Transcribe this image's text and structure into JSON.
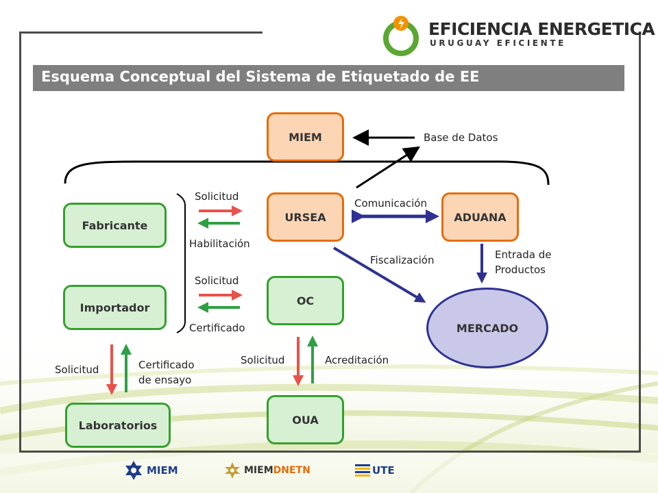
{
  "header": {
    "logo_title": "EFICIENCIA ENERGETICA",
    "logo_subtitle": "URUGUAY EFICIENTE"
  },
  "title": "Esquema Conceptual del Sistema de Etiquetado de EE",
  "nodes": {
    "miem": "MIEM",
    "ursea": "URSEA",
    "aduana": "ADUANA",
    "oc": "OC",
    "oua": "OUA",
    "mercado": "MERCADO",
    "fabricante": "Fabricante",
    "importador": "Importador",
    "laboratorios": "Laboratorios"
  },
  "labels": {
    "base_datos": "Base de Datos",
    "solicitud_1": "Solicitud",
    "habilitacion": "Habilitación",
    "comunicacion": "Comunicación",
    "fiscalizacion": "Fiscalización",
    "entrada_1": "Entrada de",
    "entrada_2": "Productos",
    "solicitud_2": "Solicitud",
    "certificado": "Certificado",
    "solicitud_3": "Solicitud",
    "cert_ensayo_1": "Certificado",
    "cert_ensayo_2": "de ensayo",
    "solicitud_4": "Solicitud",
    "acreditacion": "Acreditación"
  },
  "footer": {
    "miem": "MIEM",
    "miem_dnetn_a": "MIEM",
    "miem_dnetn_b": "DNETN",
    "ute": "UTE"
  },
  "colors": {
    "orange_fill": "#fcd5b5",
    "orange_border": "#e46c0a",
    "green_fill": "#d7f0d4",
    "green_border": "#33a02c",
    "mercado_fill": "#c9c8e8",
    "navy": "#2e3192",
    "arrow_red": "#e8524a",
    "arrow_green": "#2ea043"
  }
}
